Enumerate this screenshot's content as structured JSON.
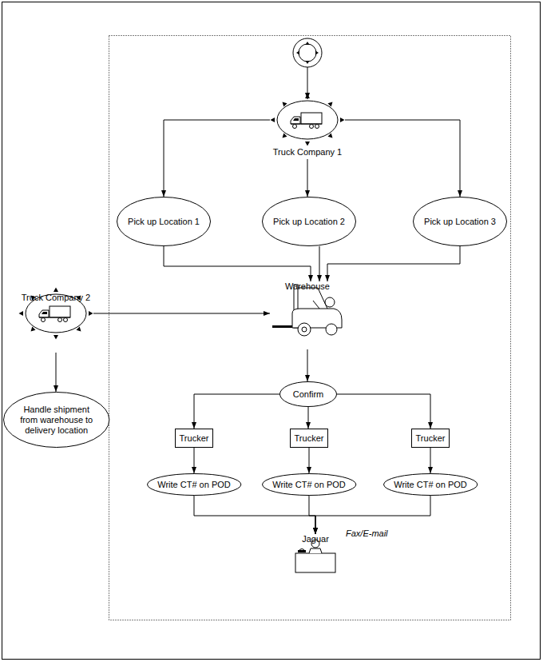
{
  "diagram": {
    "nodes": [
      {
        "text": [
          "Truck Company 1"
        ]
      },
      {
        "text": [
          "Pick up Location 1"
        ]
      },
      {
        "text": [
          "Pick up Location 2"
        ]
      },
      {
        "text": [
          "Pick up Location 3"
        ]
      },
      {
        "text": [
          "Truck Company 2"
        ]
      },
      {
        "text": [
          "Warehouse"
        ]
      },
      {
        "text": [
          "Handle shipment from warehouse to delivery location"
        ]
      },
      {
        "text": [
          "Confirm"
        ]
      },
      {
        "text": [
          "Trucker"
        ]
      },
      {
        "text": [
          "Trucker"
        ]
      },
      {
        "text": [
          "Trucker"
        ]
      },
      {
        "text": [
          "Write CT# on POD"
        ]
      },
      {
        "text": [
          "Write CT# on POD"
        ]
      },
      {
        "text": [
          "Write CT# on POD"
        ]
      },
      {
        "text": [
          "Jaguar"
        ]
      }
    ],
    "edges": [
      {
        "from": 0,
        "to": 1,
        "arrow": "to"
      },
      {
        "from": 0,
        "to": 2,
        "arrow": "to"
      },
      {
        "from": 0,
        "to": 3,
        "arrow": "to"
      },
      {
        "from": 1,
        "to": 5,
        "arrow": "to"
      },
      {
        "from": 2,
        "to": 5,
        "arrow": "to"
      },
      {
        "from": 3,
        "to": 5,
        "arrow": "to"
      },
      {
        "from": 4,
        "to": 5,
        "arrow": "to"
      },
      {
        "from": 4,
        "to": 6,
        "arrow": "to"
      },
      {
        "from": 5,
        "to": 7,
        "arrow": "to"
      },
      {
        "from": 7,
        "to": 8,
        "arrow": "to"
      },
      {
        "from": 7,
        "to": 9,
        "arrow": "to"
      },
      {
        "from": 7,
        "to": 10,
        "arrow": "to"
      },
      {
        "from": 8,
        "to": 11,
        "arrow": "to"
      },
      {
        "from": 9,
        "to": 12,
        "arrow": "to"
      },
      {
        "from": 10,
        "to": 13,
        "arrow": "to"
      },
      {
        "from": 11,
        "to": 14,
        "arrow": "to"
      },
      {
        "from": 12,
        "to": 14,
        "arrow": "to"
      },
      {
        "from": 13,
        "to": 14,
        "arrow": "to"
      }
    ],
    "labels": [
      "Fax/E-mail"
    ]
  }
}
